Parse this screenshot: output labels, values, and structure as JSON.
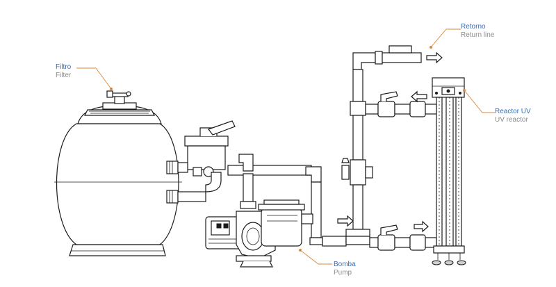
{
  "labels": {
    "filter": {
      "es": "Filtro",
      "en": "Filter"
    },
    "return": {
      "es": "Retorno",
      "en": "Return line"
    },
    "reactor": {
      "es": "Reactor UV",
      "en": "UV reactor"
    },
    "pump": {
      "es": "Bomba",
      "en": "Pump"
    }
  },
  "colors": {
    "label_spanish": "#3a6db5",
    "label_english": "#8c8c8c",
    "leader_line": "#d98a3a",
    "outline": "#1a1a1a"
  }
}
